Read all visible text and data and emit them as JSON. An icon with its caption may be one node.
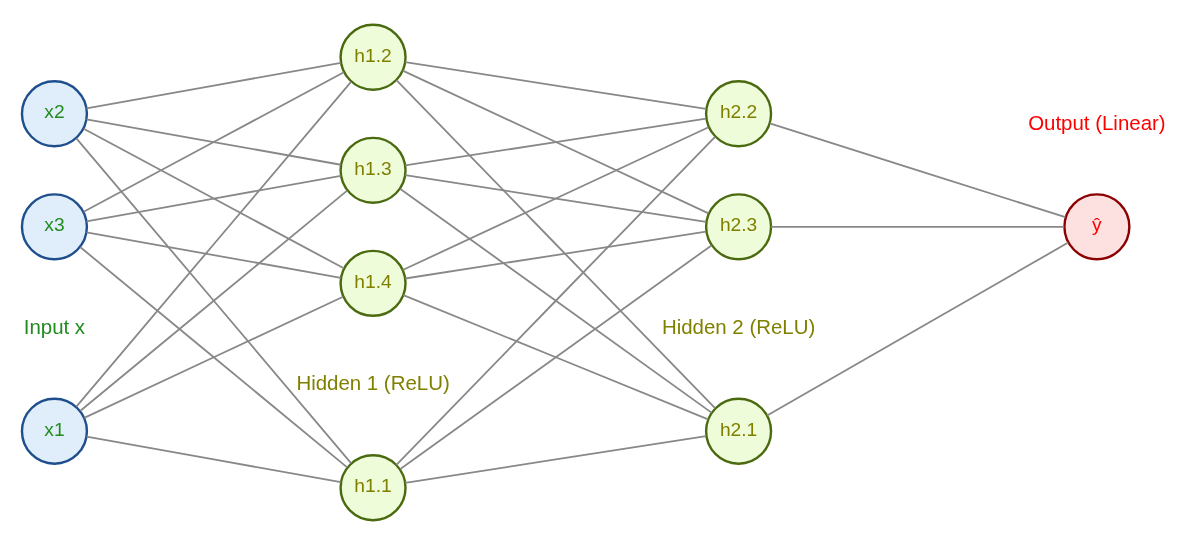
{
  "diagram": {
    "nodes": [
      {
        "text": [
          "x1"
        ]
      },
      {
        "text": [
          "x2"
        ]
      },
      {
        "text": [
          "x3"
        ]
      },
      {
        "text": [
          "h1.1"
        ]
      },
      {
        "text": [
          "h1.2"
        ]
      },
      {
        "text": [
          "h1.3"
        ]
      },
      {
        "text": [
          "h1.4"
        ]
      },
      {
        "text": [
          "h2.1"
        ]
      },
      {
        "text": [
          "h2.2"
        ]
      },
      {
        "text": [
          "h2.3"
        ]
      },
      {
        "text": [
          "ŷ"
        ]
      }
    ],
    "edges": [
      {
        "from": 0,
        "to": 3,
        "arrow": "none"
      },
      {
        "from": 0,
        "to": 4,
        "arrow": "none"
      },
      {
        "from": 0,
        "to": 5,
        "arrow": "none"
      },
      {
        "from": 0,
        "to": 6,
        "arrow": "none"
      },
      {
        "from": 1,
        "to": 3,
        "arrow": "none"
      },
      {
        "from": 1,
        "to": 4,
        "arrow": "none"
      },
      {
        "from": 1,
        "to": 5,
        "arrow": "none"
      },
      {
        "from": 1,
        "to": 6,
        "arrow": "none"
      },
      {
        "from": 2,
        "to": 3,
        "arrow": "none"
      },
      {
        "from": 2,
        "to": 4,
        "arrow": "none"
      },
      {
        "from": 2,
        "to": 5,
        "arrow": "none"
      },
      {
        "from": 2,
        "to": 6,
        "arrow": "none"
      },
      {
        "from": 3,
        "to": 7,
        "arrow": "none"
      },
      {
        "from": 3,
        "to": 8,
        "arrow": "none"
      },
      {
        "from": 3,
        "to": 9,
        "arrow": "none"
      },
      {
        "from": 4,
        "to": 7,
        "arrow": "none"
      },
      {
        "from": 4,
        "to": 8,
        "arrow": "none"
      },
      {
        "from": 4,
        "to": 9,
        "arrow": "none"
      },
      {
        "from": 5,
        "to": 7,
        "arrow": "none"
      },
      {
        "from": 5,
        "to": 8,
        "arrow": "none"
      },
      {
        "from": 5,
        "to": 9,
        "arrow": "none"
      },
      {
        "from": 6,
        "to": 7,
        "arrow": "none"
      },
      {
        "from": 6,
        "to": 8,
        "arrow": "none"
      },
      {
        "from": 6,
        "to": 9,
        "arrow": "none"
      },
      {
        "from": 7,
        "to": 10,
        "arrow": "none"
      },
      {
        "from": 8,
        "to": 10,
        "arrow": "none"
      },
      {
        "from": 9,
        "to": 10,
        "arrow": "none"
      }
    ],
    "labels": [
      "Input x",
      "Hidden 1 (ReLU)",
      "Hidden 2 (ReLU)",
      "Output (Linear)"
    ]
  }
}
